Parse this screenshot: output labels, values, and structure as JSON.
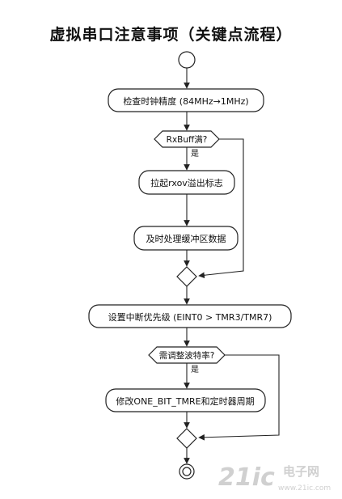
{
  "title": "虚拟串口注意事项（关键点流程）",
  "nodes": {
    "check_clock": "检查时钟精度 (84MHz→1MHz)",
    "rxbuff_full": "RxBuff满?",
    "rxbuff_yes": "是",
    "raise_overflow": "拉起rxov溢出标志",
    "process_buffer": "及时处理缓冲区数据",
    "set_priority": "设置中断优先级 (EINT0 > TMR3/TMR7)",
    "adjust_baud": "需调整波特率?",
    "adjust_yes": "是",
    "modify_timer": "修改ONE_BIT_TMRE和定时器周期"
  },
  "watermark": {
    "brand": "21ic",
    "cn": "电子网",
    "url": "www.21ic.com"
  }
}
